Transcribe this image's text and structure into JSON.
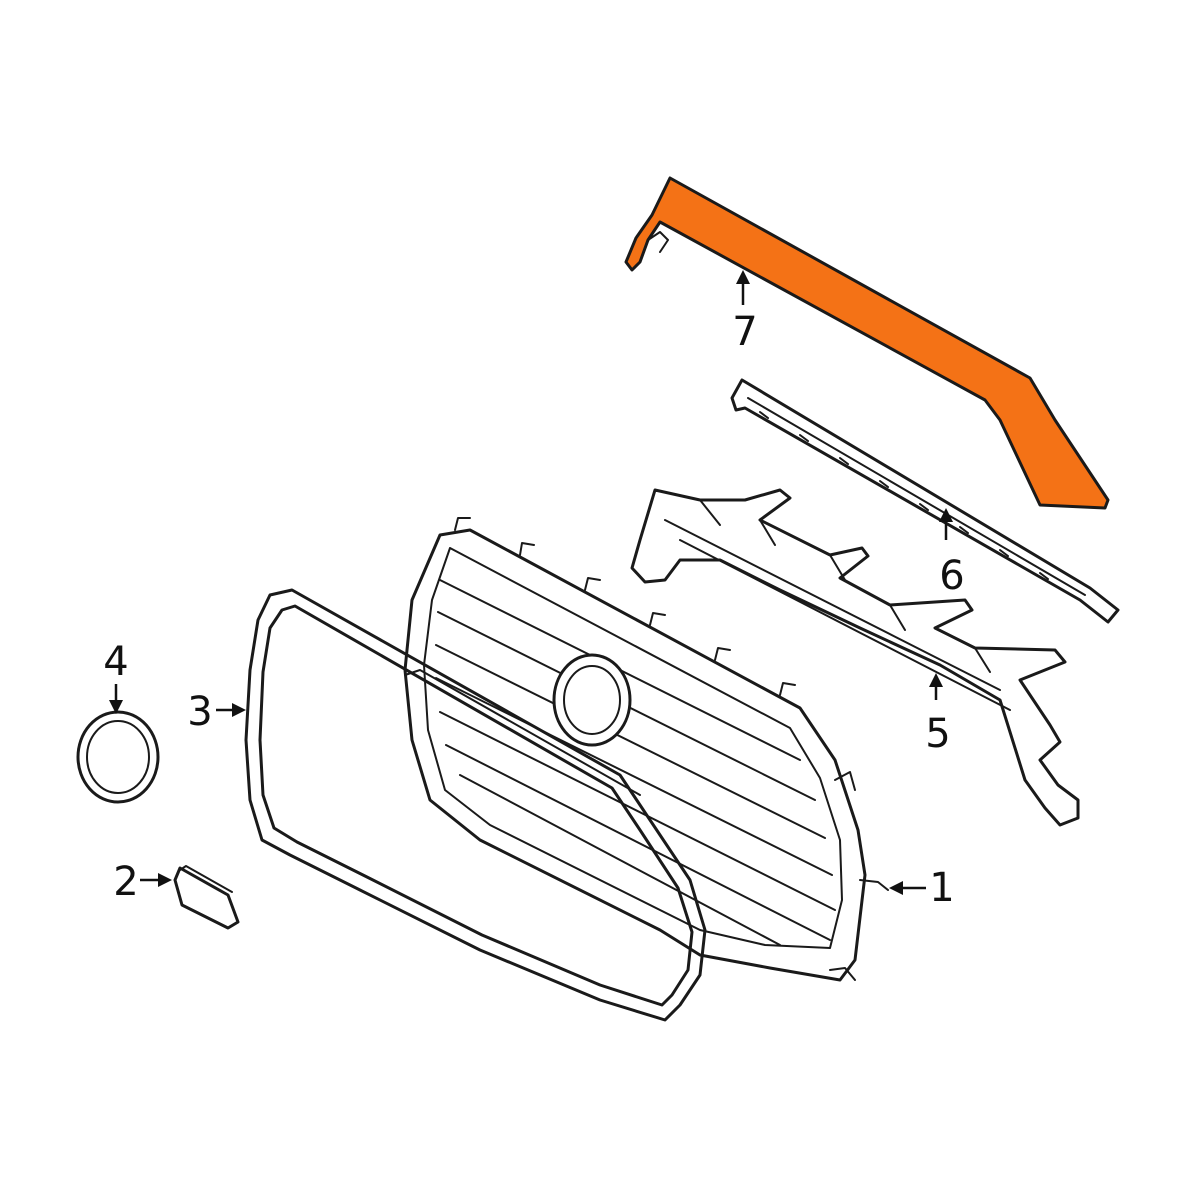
{
  "colors": {
    "highlight": "#F47216",
    "outline": "#1a1a1a",
    "background": "#ffffff"
  },
  "callouts": [
    {
      "id": "1",
      "label": "1"
    },
    {
      "id": "2",
      "label": "2"
    },
    {
      "id": "3",
      "label": "3"
    },
    {
      "id": "4",
      "label": "4"
    },
    {
      "id": "5",
      "label": "5"
    },
    {
      "id": "6",
      "label": "6"
    },
    {
      "id": "7",
      "label": "7"
    }
  ]
}
